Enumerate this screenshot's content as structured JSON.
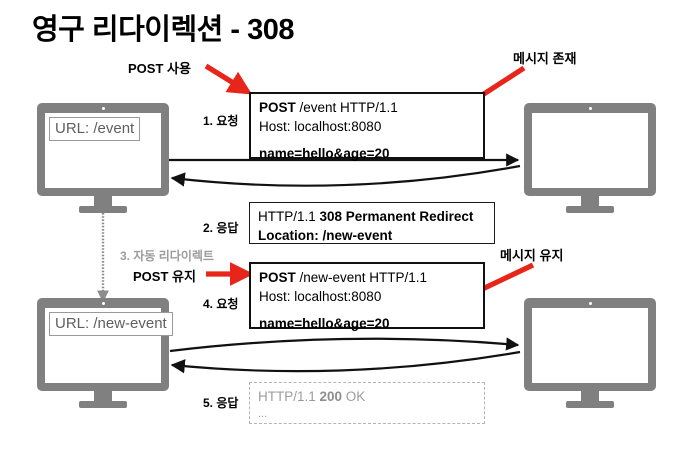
{
  "title": "영구 리다이렉션 - 308",
  "clients": [
    {
      "name": "client-top",
      "url_label": "URL: /event"
    },
    {
      "name": "client-bottom",
      "url_label": "URL: /new-event"
    }
  ],
  "servers": [
    {
      "name": "server-top",
      "screen_text": ""
    },
    {
      "name": "server-bottom",
      "screen_text": ""
    }
  ],
  "steps": {
    "step1": "1. 요청",
    "step2": "2. 응답",
    "step3": "3. 자동 리다이렉트",
    "step4": "4. 요청",
    "step5": "5. 응답"
  },
  "callouts": {
    "post_use": "POST 사용",
    "message_exists": "메시지 존재",
    "post_keep": "POST 유지",
    "message_kept": "메시지 유지"
  },
  "messages": {
    "request1": {
      "method": "POST",
      "target": " /event HTTP/1.1",
      "host": "Host: localhost:8080",
      "body": "name=hello&age=20"
    },
    "response1": {
      "version": "HTTP/1.1 ",
      "status": "308 Permanent Redirect",
      "location": "Location: /new-event"
    },
    "request2": {
      "method": "POST",
      "target": " /new-event HTTP/1.1",
      "host": "Host: localhost:8080",
      "body": "name=hello&age=20"
    },
    "response2": {
      "version": "HTTP/1.1 ",
      "status": "200",
      "status_text": " OK",
      "ellipsis": "..."
    }
  },
  "colors": {
    "arrow_red": "#e8251a",
    "device_gray": "#808080",
    "faded_gray": "#9c9c9c",
    "black": "#111111"
  }
}
